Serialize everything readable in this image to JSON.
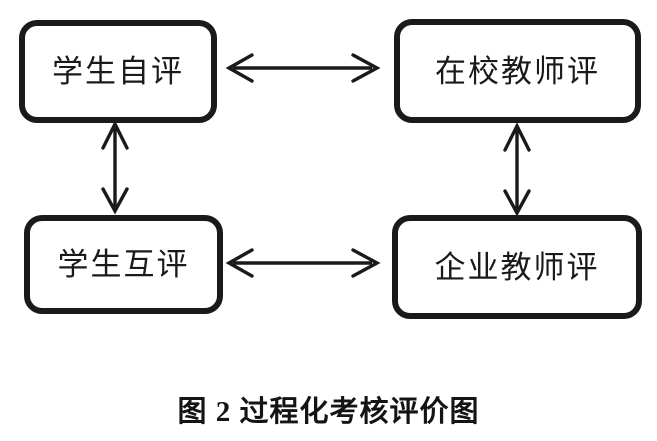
{
  "figure": {
    "caption": "图 2 过程化考核评价图",
    "background_color": "#ffffff",
    "stroke_color": "#1a1a1a",
    "text_color": "#1a1a1a"
  },
  "diagram": {
    "type": "block-diagram",
    "nodes": [
      {
        "id": "student-self",
        "label": "学生自评",
        "position": "top-left"
      },
      {
        "id": "teacher-school",
        "label": "在校教师评",
        "position": "top-right"
      },
      {
        "id": "student-peer",
        "label": "学生互评",
        "position": "bottom-left"
      },
      {
        "id": "teacher-enterprise",
        "label": "企业教师评",
        "position": "bottom-right"
      }
    ],
    "edges": [
      {
        "id": "edge-top-horizontal",
        "from": "student-self",
        "to": "teacher-school",
        "direction": "bidirectional",
        "orientation": "horizontal"
      },
      {
        "id": "edge-left-vertical",
        "from": "student-self",
        "to": "student-peer",
        "direction": "bidirectional",
        "orientation": "vertical"
      },
      {
        "id": "edge-right-vertical",
        "from": "teacher-school",
        "to": "teacher-enterprise",
        "direction": "bidirectional",
        "orientation": "vertical"
      },
      {
        "id": "edge-bottom-horizontal",
        "from": "student-peer",
        "to": "teacher-enterprise",
        "direction": "bidirectional",
        "orientation": "horizontal"
      }
    ]
  }
}
